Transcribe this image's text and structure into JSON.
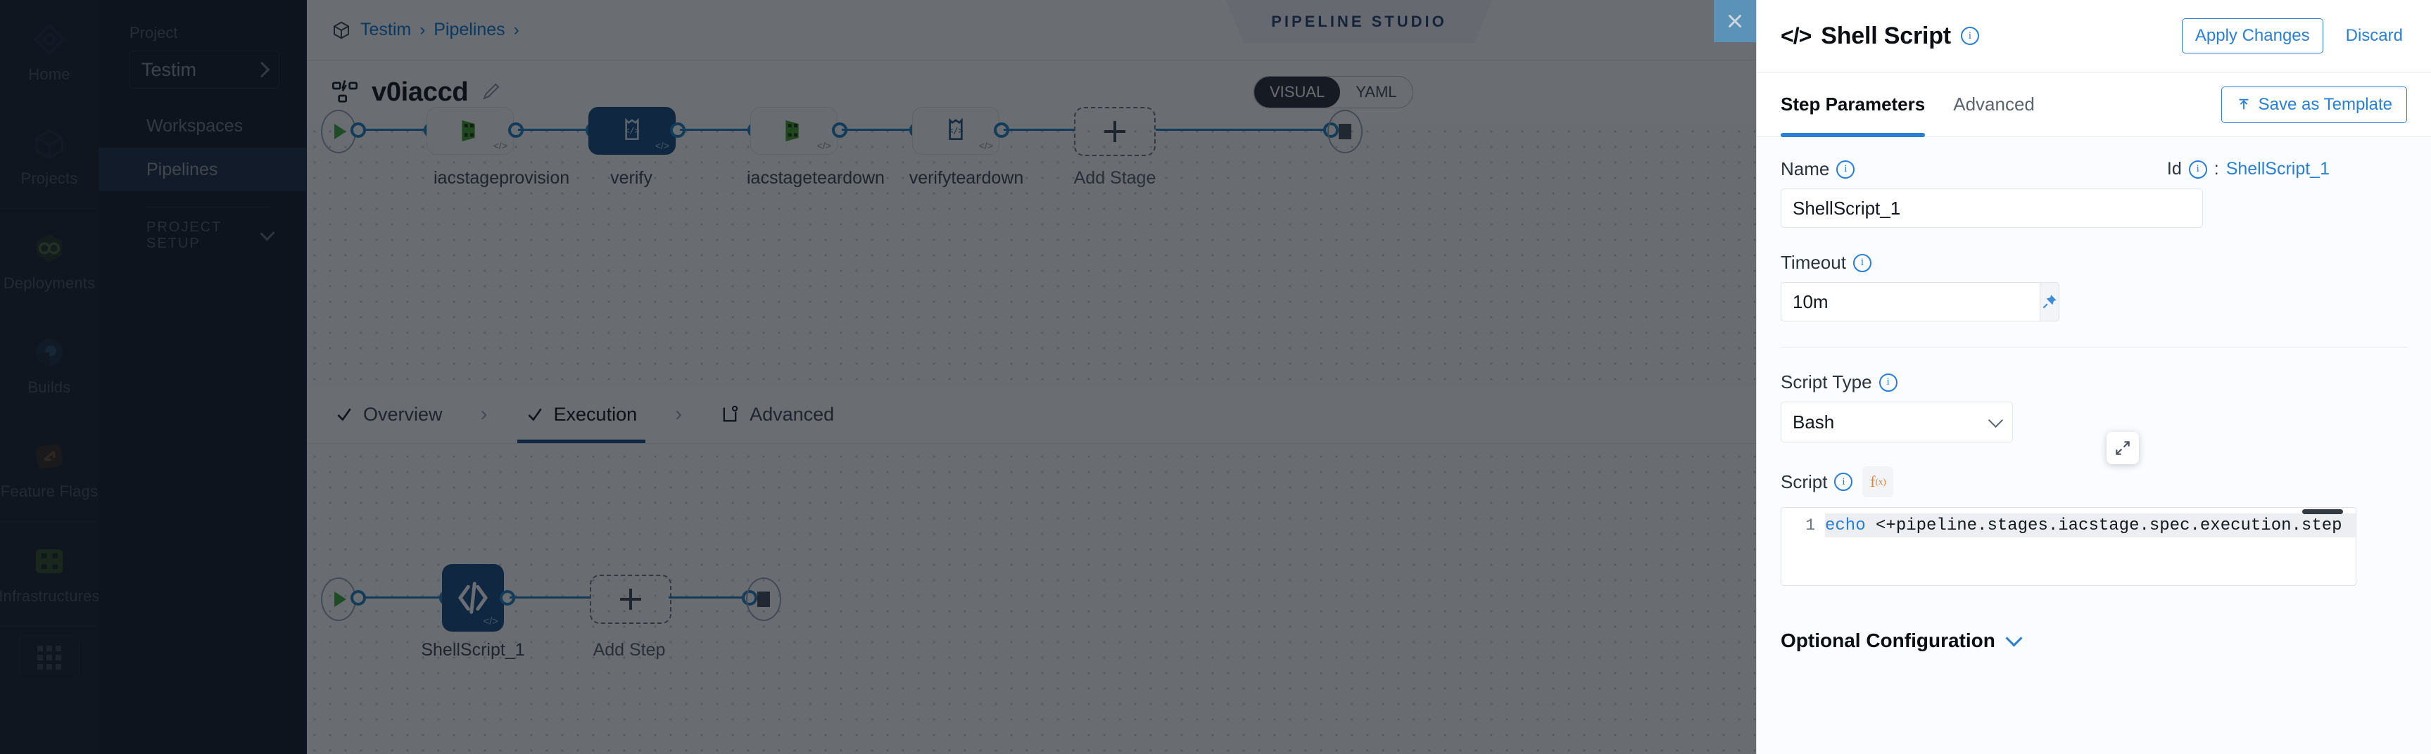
{
  "rail": {
    "items": [
      {
        "label": "Home",
        "icon": "home-icon"
      },
      {
        "label": "Projects",
        "icon": "projects-cube-icon"
      },
      {
        "label": "Deployments",
        "icon": "deployments-infinity-icon"
      },
      {
        "label": "Builds",
        "icon": "builds-circle-icon"
      },
      {
        "label": "Feature Flags",
        "icon": "feature-flags-icon"
      },
      {
        "label": "Infrastructures",
        "icon": "infrastructures-icon"
      }
    ],
    "apps_icon": "apps-grid-icon"
  },
  "project_nav": {
    "section_label": "Project",
    "project_name": "Testim",
    "items": [
      {
        "label": "Workspaces",
        "selected": false
      },
      {
        "label": "Pipelines",
        "selected": true
      }
    ],
    "setup_label": "PROJECT SETUP"
  },
  "topbar": {
    "breadcrumbs": [
      {
        "label": "Testim"
      },
      {
        "label": "Pipelines"
      }
    ],
    "separator": "›",
    "studio_badge": "PIPELINE STUDIO",
    "close_label": "×"
  },
  "subbar": {
    "pipeline_name": "v0iaccd",
    "edit_icon": "pencil-icon",
    "view_toggle": {
      "visual": "VISUAL",
      "yaml": "YAML",
      "selected": "VISUAL"
    }
  },
  "pipeline": {
    "stages": [
      {
        "name": "iacstageprovision",
        "type": "infrastructure",
        "active": false
      },
      {
        "name": "verify",
        "type": "custom",
        "active": true
      },
      {
        "name": "iacstageteardown",
        "type": "infrastructure",
        "active": false
      },
      {
        "name": "verifyteardown",
        "type": "custom",
        "active": false
      }
    ],
    "add_stage_label": "Add Stage"
  },
  "stage_tabs": [
    {
      "label": "Overview",
      "state": "complete",
      "selected": false
    },
    {
      "label": "Execution",
      "state": "complete",
      "selected": true
    },
    {
      "label": "Advanced",
      "state": "none",
      "selected": false
    }
  ],
  "steps": {
    "items": [
      {
        "name": "ShellScript_1",
        "icon": "code-icon"
      }
    ],
    "add_step_label": "Add Step"
  },
  "panel": {
    "title": "Shell Script",
    "title_icon": "code-brackets-icon",
    "apply_label": "Apply Changes",
    "discard_label": "Discard",
    "tabs": [
      {
        "label": "Step Parameters",
        "selected": true
      },
      {
        "label": "Advanced",
        "selected": false
      }
    ],
    "save_template_label": "Save as Template",
    "save_template_icon": "template-upload-icon",
    "name_label": "Name",
    "name_value": "ShellScript_1",
    "id_label": "Id",
    "id_separator": ":",
    "id_value": "ShellScript_1",
    "timeout_label": "Timeout",
    "timeout_value": "10m",
    "pin_icon": "pin-icon",
    "script_type_label": "Script Type",
    "script_type_value": "Bash",
    "script_label": "Script",
    "fx_label": "f",
    "fx_sub": "(x)",
    "script_line_number": "1",
    "script_keyword": "echo",
    "script_body": " <+pipeline.stages.iacstage.spec.execution.step      ppl",
    "expand_icon": "expand-fullscreen-icon",
    "optional_config_label": "Optional Configuration"
  },
  "colors": {
    "accent_blue": "#2a7fd4",
    "node_blue": "#11497e",
    "link_blue": "#1a7fbd",
    "sidebar_dark": "#0f1a28",
    "rail_dark": "#16202e",
    "selected_nav": "#1c3351",
    "close_tab": "#5b93b8",
    "panel_bg": "#fafcff"
  }
}
